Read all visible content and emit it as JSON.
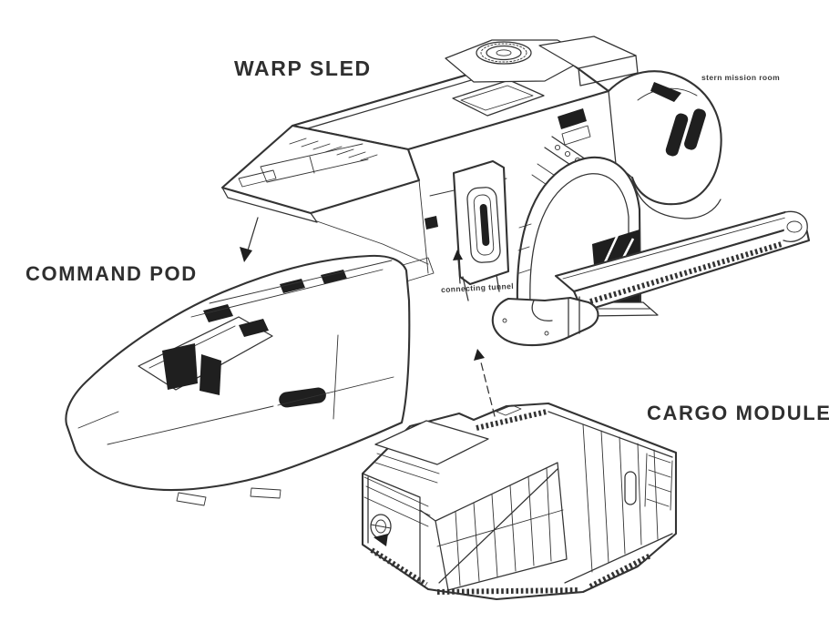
{
  "diagram": {
    "labels": {
      "warp_sled": "WARP SLED",
      "command_pod": "COMMAND POD",
      "cargo_module": "CARGO MODULE"
    },
    "annotations": {
      "stern_mission_room": "stern mission room",
      "connecting_tunnel": "connecting tunnel"
    },
    "colors": {
      "background": "#ffffff",
      "ink": "#333333",
      "dark_fill": "#1f1f1f",
      "label_text": "#2f2f2f"
    }
  }
}
